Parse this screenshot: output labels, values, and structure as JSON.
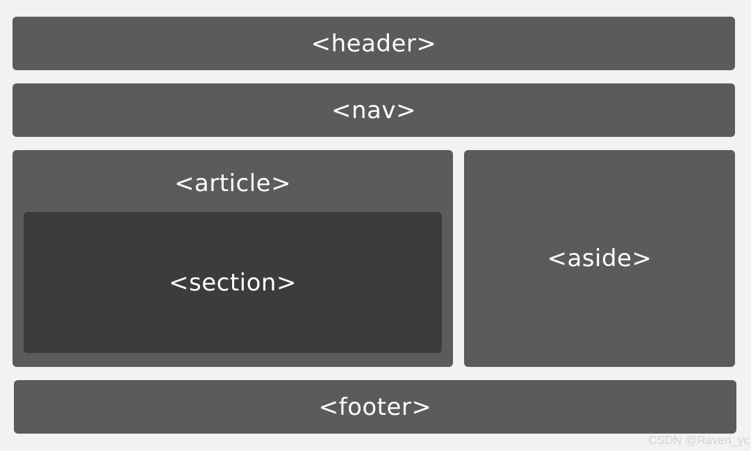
{
  "layout": {
    "header": "<header>",
    "nav": "<nav>",
    "article": "<article>",
    "section": "<section>",
    "aside": "<aside>",
    "footer": "<footer>"
  },
  "watermark": "CSDN @Raven_yc",
  "colors": {
    "background": "#f2f2f2",
    "block": "#5b5b5b",
    "inner_block": "#3c3c3c",
    "text": "#ffffff"
  }
}
